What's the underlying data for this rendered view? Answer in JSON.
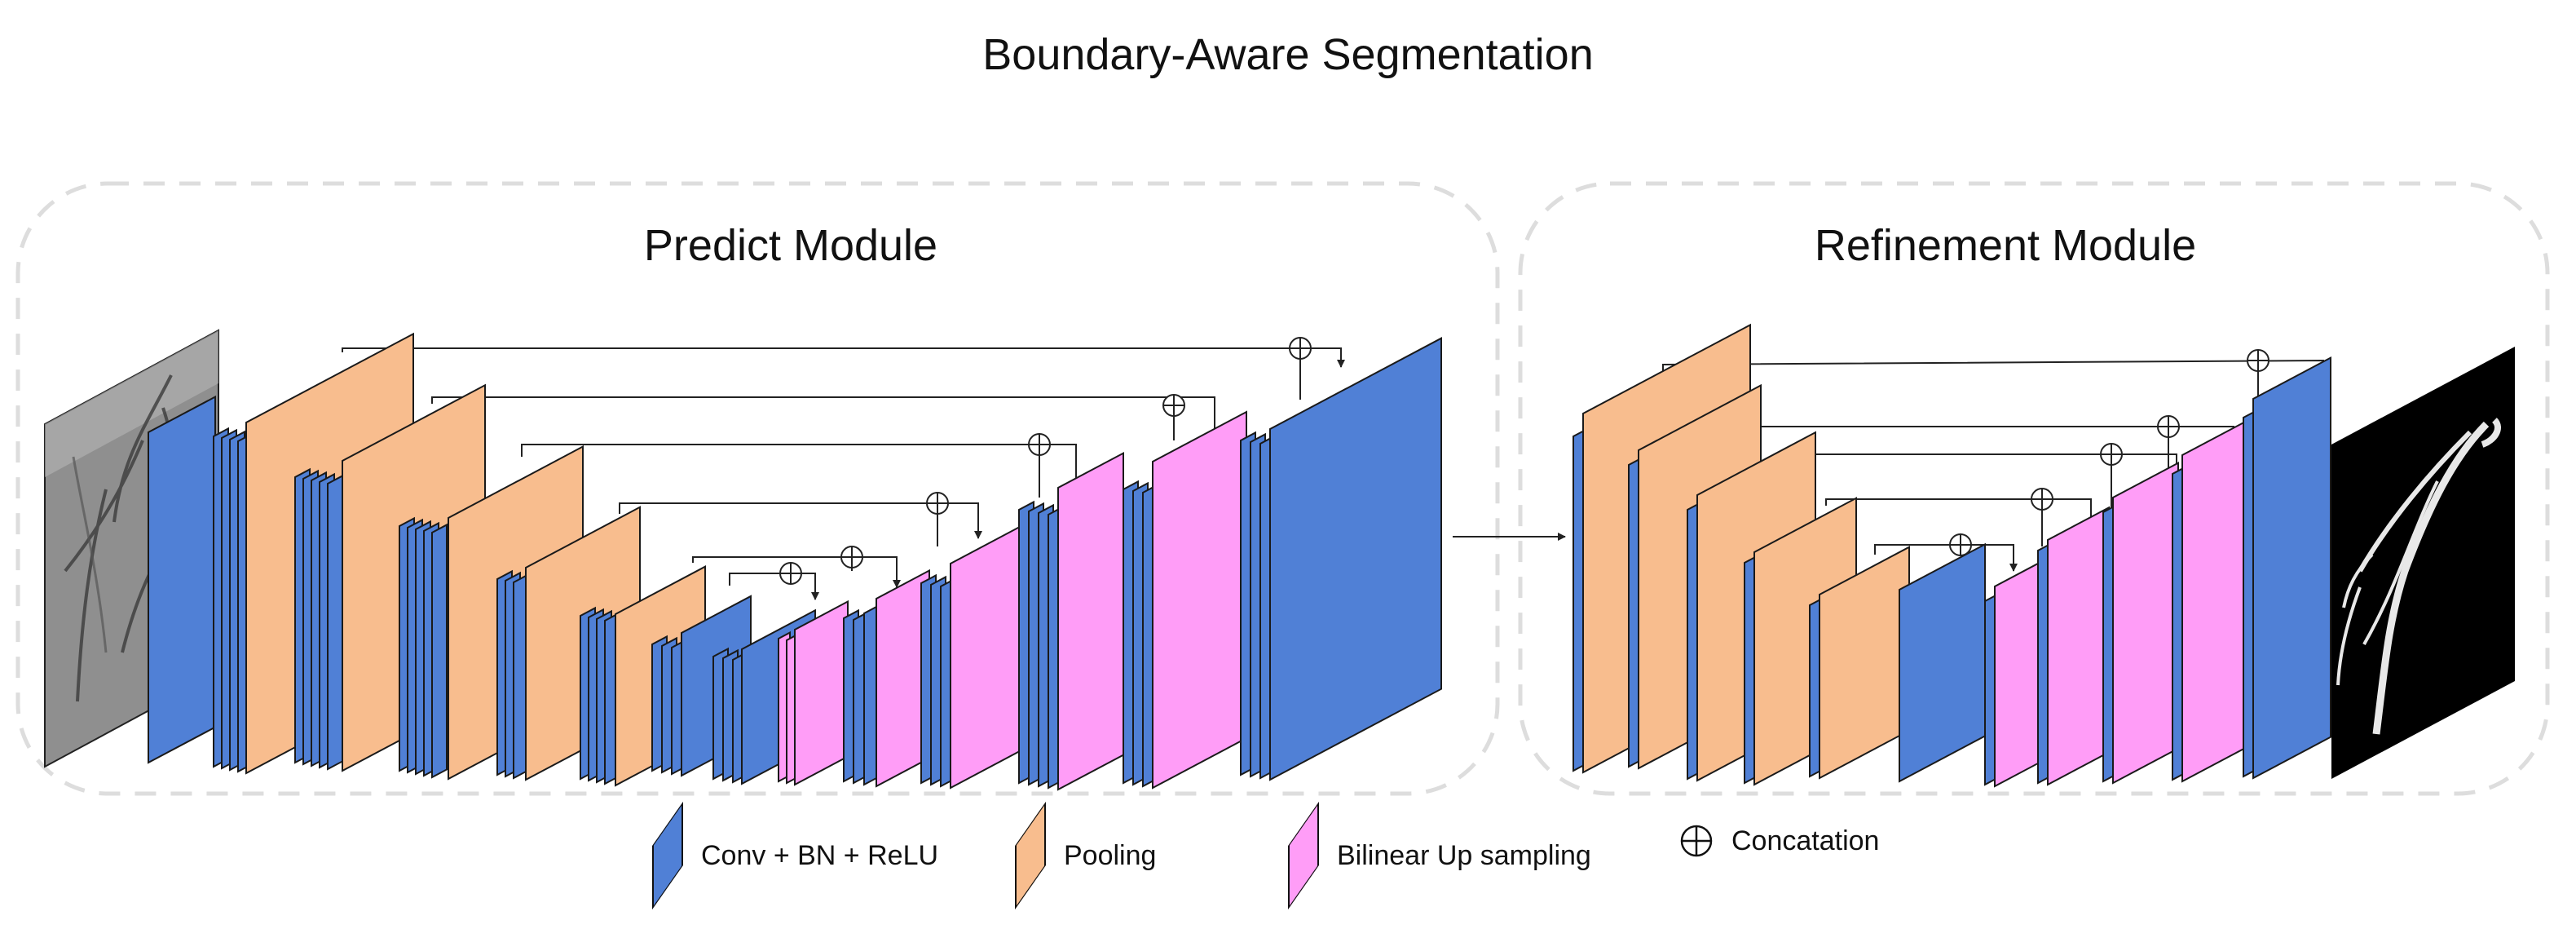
{
  "title": "Boundary-Aware Segmentation",
  "modules": {
    "predict": "Predict Module",
    "refine": "Refinement Module"
  },
  "legend": [
    {
      "label": "Conv + BN + ReLU",
      "color": "#5080D6"
    },
    {
      "label": "Pooling",
      "color": "#F8BD8E"
    },
    {
      "label": "Bilinear Up sampling",
      "color": "#FF9DF7"
    },
    {
      "label": "Concatation",
      "icon": "circled-plus-icon"
    }
  ],
  "colors": {
    "conv": "#5080D6",
    "pool": "#F8BD8E",
    "up": "#FF9DF7",
    "edge": "#1a1a1a",
    "box": "#dddddd"
  }
}
